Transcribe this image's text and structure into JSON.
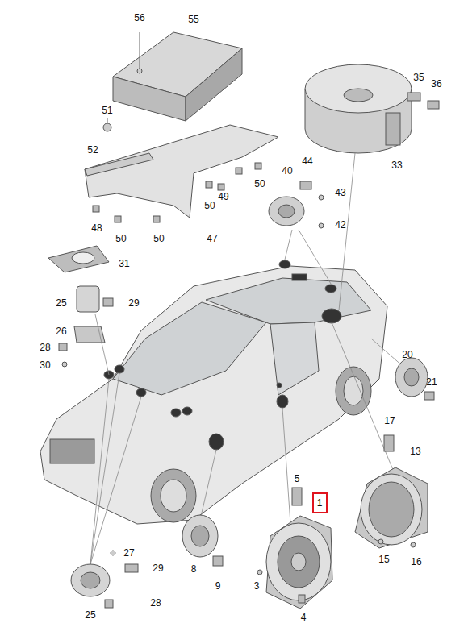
{
  "diagram": {
    "nodes": [
      {
        "text": [
          "1"
        ]
      }
    ],
    "labels": [
      "56",
      "55",
      "35",
      "36",
      "51",
      "52",
      "33",
      "40",
      "44",
      "43",
      "48",
      "49",
      "50",
      "50",
      "50",
      "50",
      "47",
      "42",
      "31",
      "25",
      "29",
      "26",
      "28",
      "30",
      "20",
      "21",
      "17",
      "13",
      "5",
      "8",
      "9",
      "3",
      "4",
      "15",
      "16",
      "27",
      "29",
      "25",
      "28"
    ]
  }
}
